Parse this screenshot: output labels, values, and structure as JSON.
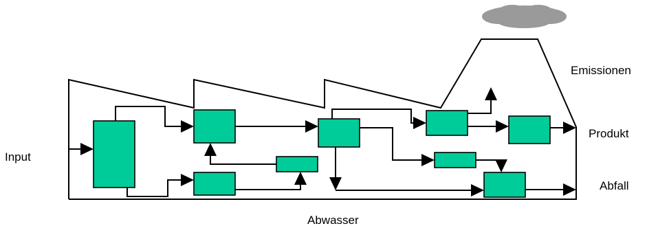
{
  "labels": {
    "input": "Input",
    "emissionen": "Emissionen",
    "produkt": "Produkt",
    "abfall": "Abfall",
    "abwasser": "Abwasser"
  },
  "colors": {
    "box_fill": "#00cc99",
    "line": "#000000",
    "cloud": "#9a9a9a",
    "background": "#ffffff"
  },
  "icons": {
    "emission_cloud": "smoke-cloud-icon",
    "arrowhead": "triangle-arrowhead"
  },
  "process_boxes": [
    "process-box-1",
    "process-box-2",
    "process-box-3",
    "process-box-4",
    "process-box-5",
    "process-box-6",
    "process-box-7",
    "process-box-8",
    "process-box-9",
    "process-box-10"
  ]
}
